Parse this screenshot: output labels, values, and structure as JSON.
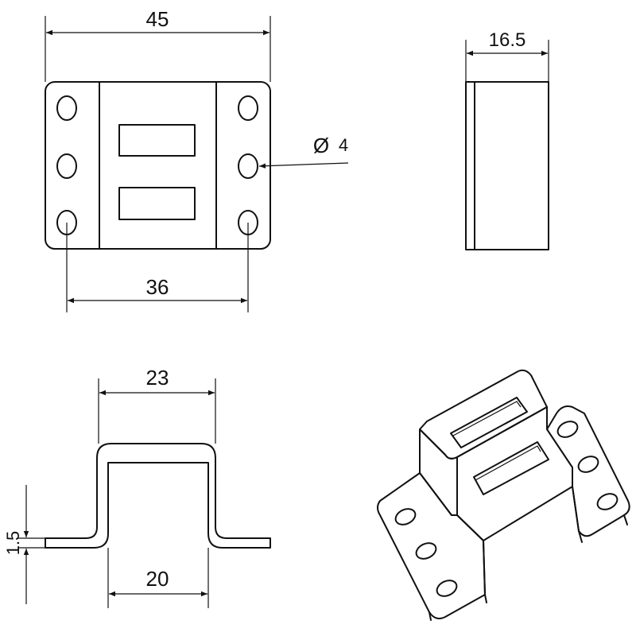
{
  "drawing": {
    "dimensions": {
      "overall_width": "45",
      "depth": "16.5",
      "hole_diameter": "4",
      "diameter_symbol": "Ø",
      "hole_spacing": "36",
      "outer_bend_width": "23",
      "inner_width": "20",
      "thickness": "1.5"
    }
  }
}
